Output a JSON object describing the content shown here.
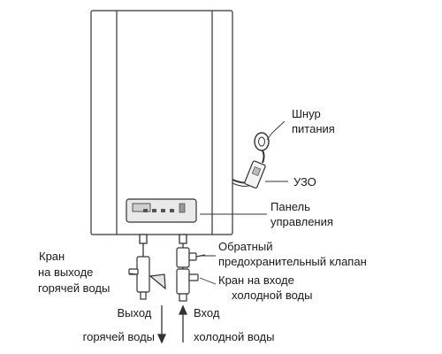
{
  "labels": {
    "power_cord": [
      "Шнур",
      "питания"
    ],
    "rcd": "УЗО",
    "control_panel": [
      "Панель",
      "управления"
    ],
    "check_valve": [
      "Обратный",
      "предохранительный клапан"
    ],
    "hot_outlet_tap": [
      "Кран",
      "на выходе",
      "горячей воды"
    ],
    "cold_inlet_tap": [
      "Кран на входе",
      "холодной воды"
    ],
    "hot_water_out": [
      "Выход",
      "горячей воды"
    ],
    "cold_water_in": [
      "Вход",
      "холодной воды"
    ]
  },
  "colors": {
    "stroke": "#333333",
    "panel": "#eaeaea",
    "display": "#cfcfcf"
  }
}
